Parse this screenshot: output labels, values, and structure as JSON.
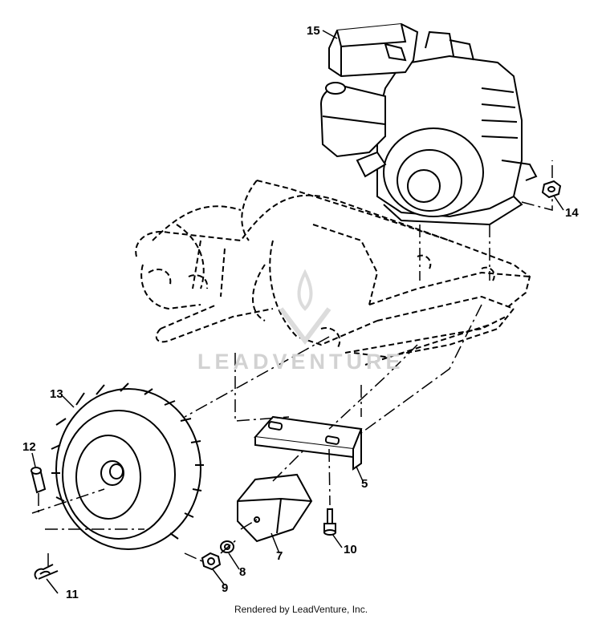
{
  "callouts": [
    {
      "id": "15",
      "label": "15"
    },
    {
      "id": "14",
      "label": "14"
    },
    {
      "id": "13",
      "label": "13"
    },
    {
      "id": "12",
      "label": "12"
    },
    {
      "id": "11",
      "label": "11"
    },
    {
      "id": "10",
      "label": "10"
    },
    {
      "id": "9",
      "label": "9"
    },
    {
      "id": "8",
      "label": "8"
    },
    {
      "id": "7",
      "label": "7"
    },
    {
      "id": "5",
      "label": "5"
    }
  ],
  "watermark": {
    "text": "LEADVENTURE"
  },
  "footer": {
    "text": "Rendered by LeadVenture, Inc."
  },
  "colors": {
    "line": "#000000",
    "watermark": "#d2d2d2",
    "background": "#ffffff"
  }
}
